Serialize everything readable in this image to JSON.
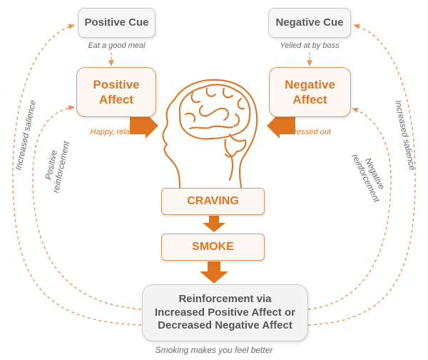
{
  "positive_cue": {
    "title": "Positive Cue",
    "example": "Eat a good meal"
  },
  "negative_cue": {
    "title": "Negative Cue",
    "example": "Yelled at by boss"
  },
  "positive_affect": {
    "line1": "Positive",
    "line2": "Affect",
    "feeling": "Happy, relaxed"
  },
  "negative_affect": {
    "line1": "Negative",
    "line2": "Affect",
    "feeling": "Stressed out"
  },
  "craving": {
    "label": "CRAVING"
  },
  "smoke": {
    "label": "SMOKE"
  },
  "reinforcement": {
    "line1": "Reinforcement via",
    "line2": "Increased Positive Affect or",
    "line3": "Decreased Negative Affect",
    "caption": "Smoking makes you feel better"
  },
  "loops": {
    "left_outer": "Increased  salience",
    "left_inner_1": "Positive",
    "left_inner_2": "reinforcement",
    "right_outer": "Increased  salience",
    "right_inner_1": "Negative",
    "right_inner_2": "reinforcement"
  },
  "colors": {
    "accent": "#e0751f",
    "box_border": "#e0935a",
    "gray_text": "#5a5a5a",
    "dashed": "#e8955a"
  }
}
